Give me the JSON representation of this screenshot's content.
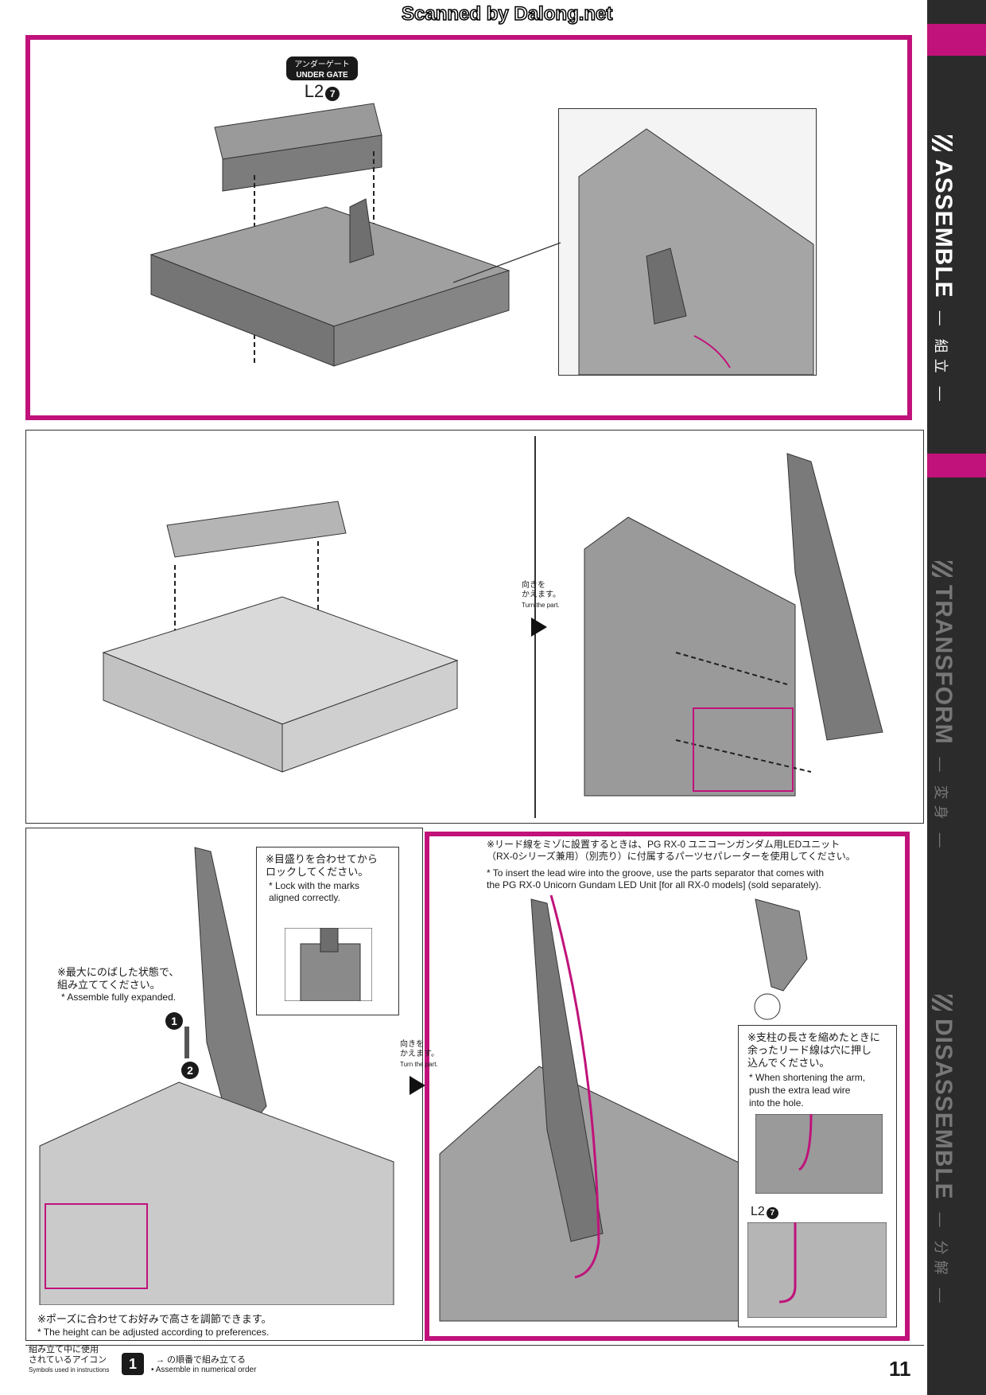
{
  "header": {
    "scan_credit": "Scanned by Dalong.net"
  },
  "sidebar": {
    "assemble": {
      "en": "ASSEMBLE",
      "jp": "組 立"
    },
    "transform": {
      "en": "TRANSFORM",
      "jp": "変 身"
    },
    "disassemble": {
      "en": "DISASSEMBLE",
      "jp": "分 解"
    }
  },
  "step1": {
    "part_jp": "アンダーゲート",
    "part_en": "UNDER GATE",
    "part_code": "L2",
    "part_number": "7"
  },
  "step2": {
    "turn_jp": "向きを\nかえます。",
    "turn_en": "Turn the part."
  },
  "step3": {
    "lock_jp": "※目盛りを合わせてから\nロックしてください。",
    "lock_en": "* Lock with the marks\naligned correctly.",
    "expand_jp": "※最大にのばした状態で、\n組み立ててください。",
    "expand_en": "* Assemble fully expanded.",
    "seq_1": "1",
    "seq_2": "2",
    "height_jp": "※ポーズに合わせてお好みで高さを調節できます。",
    "height_en": "* The height can be adjusted according to preferences."
  },
  "step4": {
    "turn_jp": "向きを\nかえます。",
    "turn_en": "Turn the part.",
    "lead_jp": "※リード線をミゾに設置するときは、PG RX-0 ユニコーンガンダム用LEDユニット\n（RX-0シリーズ兼用）（別売り）に付属するパーツセパレーターを使用してください。",
    "lead_en": "* To insert the lead wire into the groove, use the parts separator that comes with\nthe PG RX-0 Unicorn Gundam LED Unit [for all RX-0 models] (sold separately).",
    "shorten_jp": "※支柱の長さを縮めたときに\n余ったリード線は穴に押し\n込んでください。",
    "shorten_en": "* When shortening the arm,\npush the extra lead wire\ninto the hole.",
    "part_code": "L2",
    "part_number": "7"
  },
  "footer": {
    "icons_jp": "組み立て中に使用\nされているアイコン",
    "icons_en": "Symbols used in instructions",
    "icon_number": "1",
    "order_jp": "→ の順番で組み立てる",
    "order_en": "• Assemble in numerical order",
    "page_number": "11"
  },
  "colors": {
    "accent": "#c0127a",
    "dark": "#2b2b2b",
    "part_gray": "#8a8a8a"
  }
}
